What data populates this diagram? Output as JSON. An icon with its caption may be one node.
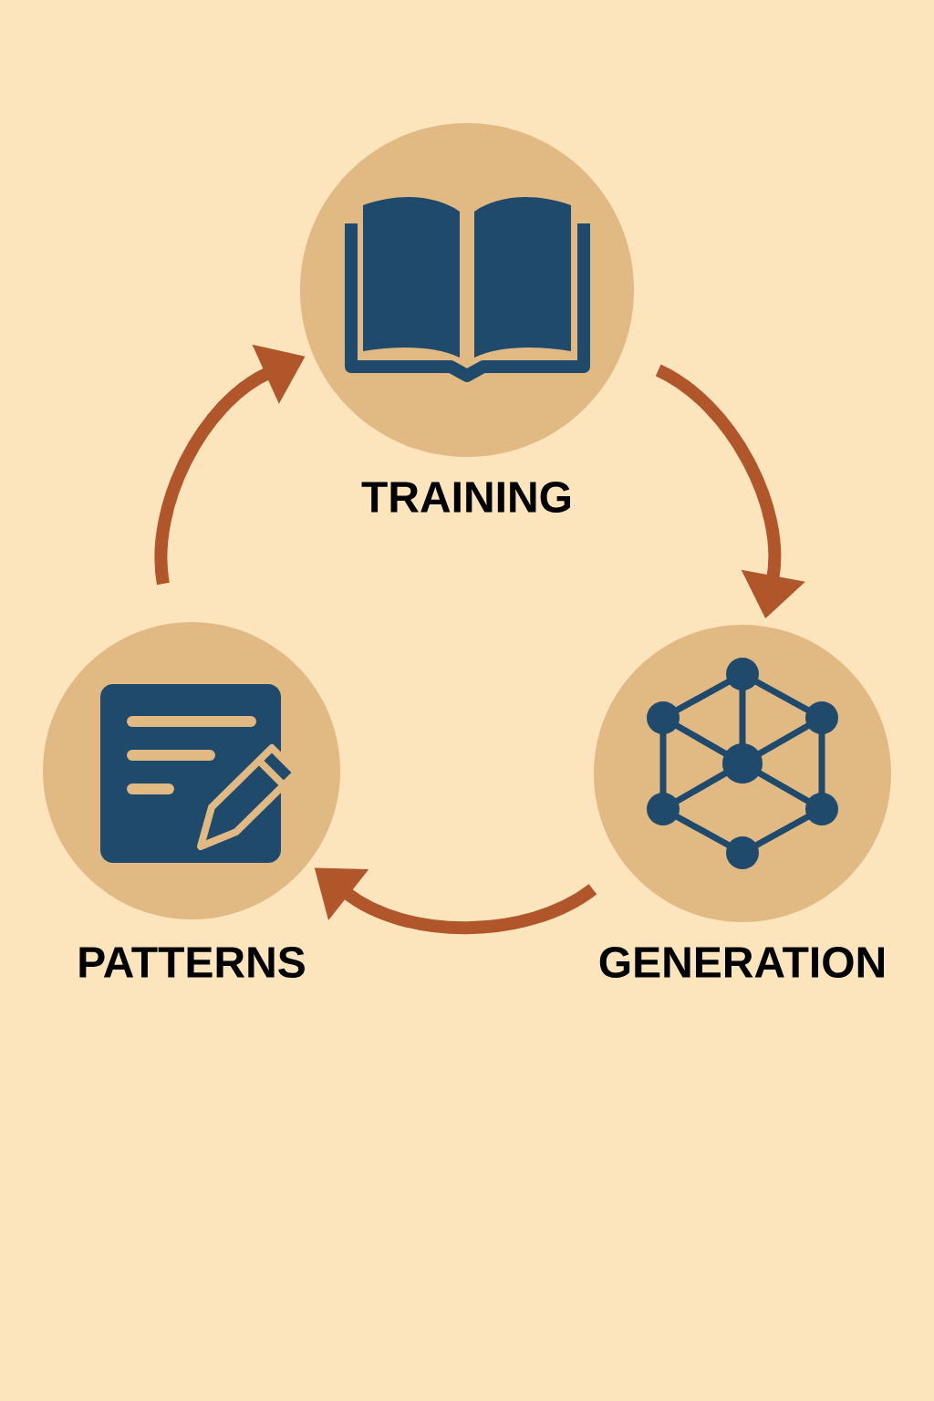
{
  "diagram": {
    "nodes": [
      {
        "text": [
          "TRAINING"
        ]
      },
      {
        "text": [
          "GENERATION"
        ]
      },
      {
        "text": [
          "PATTERNS"
        ]
      }
    ],
    "edges": [
      {
        "from": 0,
        "to": 1,
        "arrow": "to"
      },
      {
        "from": 1,
        "to": 2,
        "arrow": "to"
      },
      {
        "from": 2,
        "to": 0,
        "arrow": "to"
      }
    ]
  }
}
